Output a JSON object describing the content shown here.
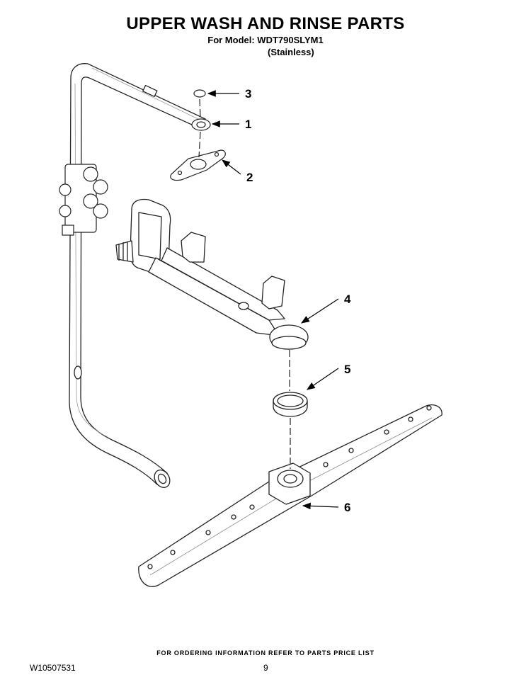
{
  "header": {
    "title": "UPPER WASH AND RINSE PARTS",
    "model_line": "For Model: WDT790SLYM1",
    "variant": "(Stainless)"
  },
  "callouts": [
    "3",
    "1",
    "2",
    "4",
    "5",
    "6"
  ],
  "footer": {
    "ordering_note": "FOR ORDERING INFORMATION REFER TO PARTS PRICE LIST",
    "doc_number": "W10507531",
    "page_number": "9"
  }
}
